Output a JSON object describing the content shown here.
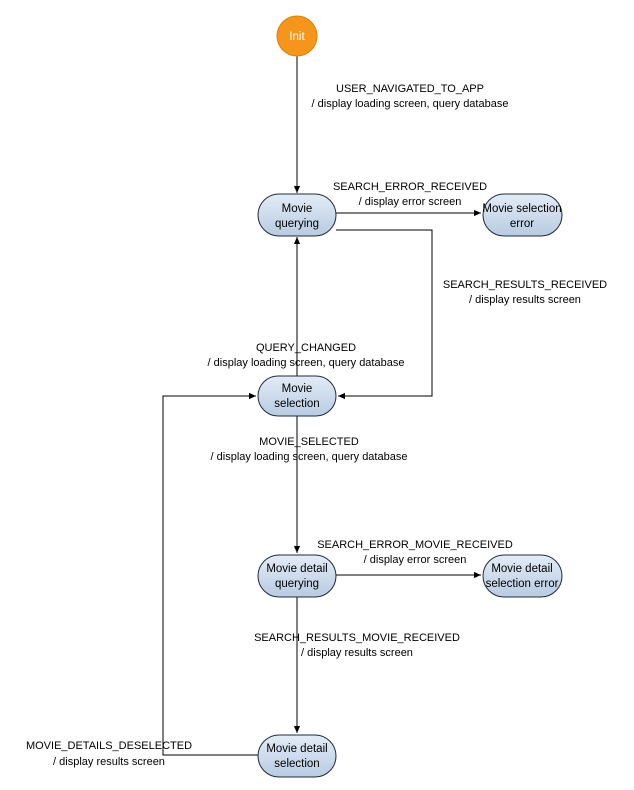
{
  "colors": {
    "init_fill": "#f6951c",
    "state_fill_top": "#e3ecf6",
    "state_fill_bottom": "#b8cbe2",
    "state_stroke": "#1f2b3a",
    "edge": "#000000"
  },
  "states": {
    "init": "Init",
    "movie_querying": [
      "Movie",
      "querying"
    ],
    "movie_selection_error": [
      "Movie selection",
      "error"
    ],
    "movie_selection": [
      "Movie",
      "selection"
    ],
    "movie_detail_querying": [
      "Movie detail",
      "querying"
    ],
    "movie_detail_selection_error": [
      "Movie detail",
      "selection error"
    ],
    "movie_detail_selection": [
      "Movie detail",
      "selection"
    ]
  },
  "transitions": {
    "user_navigated": {
      "event": "USER_NAVIGATED_TO_APP",
      "action": "/ display loading screen, query database"
    },
    "search_error": {
      "event": "SEARCH_ERROR_RECEIVED",
      "action": "/ display error screen"
    },
    "search_results": {
      "event": "SEARCH_RESULTS_RECEIVED",
      "action": "/ display results screen"
    },
    "query_changed": {
      "event": "QUERY_CHANGED",
      "action": "/ display loading screen, query database"
    },
    "movie_selected": {
      "event": "MOVIE_SELECTED",
      "action": "/ display loading screen, query database"
    },
    "search_error_movie": {
      "event": "SEARCH_ERROR_MOVIE_RECEIVED",
      "action": "/ display error screen"
    },
    "search_results_movie": {
      "event": "SEARCH_RESULTS_MOVIE_RECEIVED",
      "action": "/ display results screen"
    },
    "movie_details_deselected": {
      "event": "MOVIE_DETAILS_DESELECTED",
      "action": "/ display results screen"
    }
  }
}
